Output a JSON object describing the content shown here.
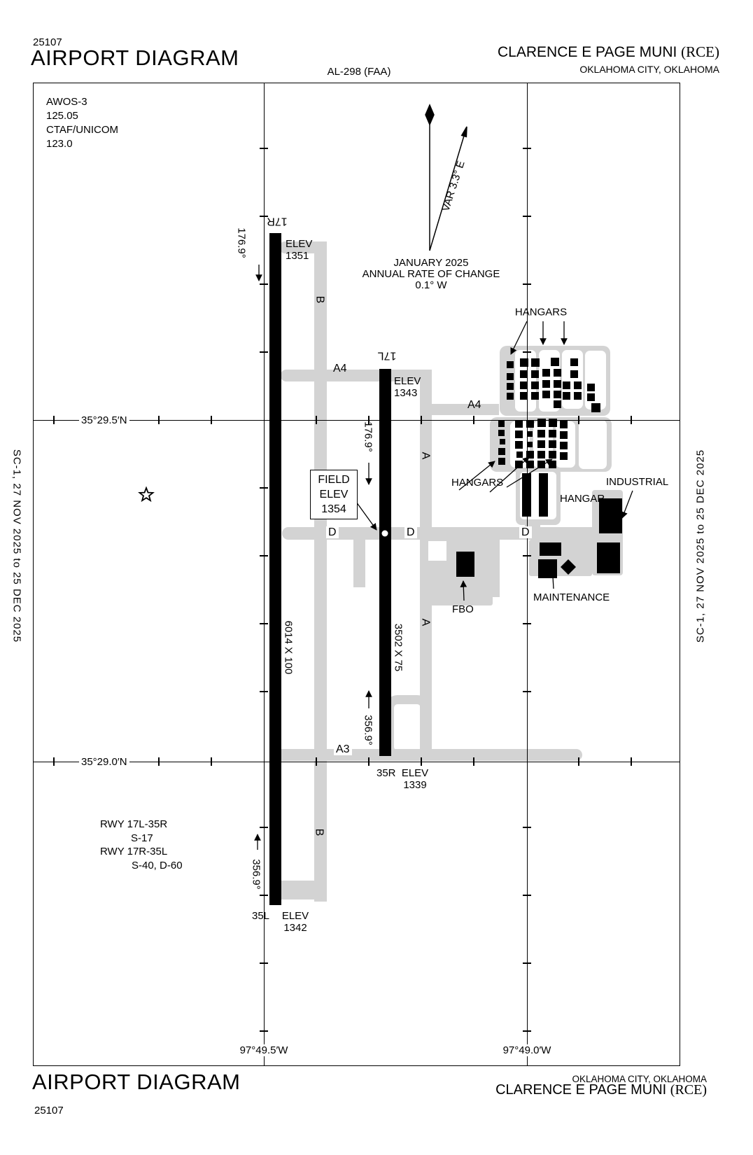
{
  "header": {
    "chart_number": "25107",
    "title": "AIRPORT DIAGRAM",
    "al_number": "AL-298 (FAA)",
    "airport_name": "CLARENCE E PAGE MUNI",
    "airport_code": "(RCE)",
    "city_state": "OKLAHOMA CITY, OKLAHOMA"
  },
  "footer": {
    "title": "AIRPORT DIAGRAM",
    "chart_number": "25107",
    "city_state": "OKLAHOMA CITY, OKLAHOMA",
    "airport_name": "CLARENCE E PAGE MUNI",
    "airport_code": "(RCE)"
  },
  "margins": {
    "left_text": "SC-1,  27 NOV 2025  to  25 DEC 2025",
    "right_text": "SC-1,  27 NOV 2025  to  25 DEC 2025"
  },
  "communications": {
    "text": "AWOS-3\n125.05\nCTAF/UNICOM\n123.0"
  },
  "magnetic_variation": {
    "var_label": "VAR 3.3° E",
    "note": "JANUARY 2025\nANNUAL RATE OF CHANGE\n0.1° W"
  },
  "field_elevation": {
    "text": "FIELD\nELEV\n1354"
  },
  "runways": [
    {
      "id": "17R-35L",
      "dimensions": "6014 X 100",
      "end1": {
        "id": "17R",
        "elev": "ELEV\n1351",
        "heading": "176.9°"
      },
      "end2": {
        "id": "35L",
        "elev": "ELEV\n1342",
        "heading": "356.9°"
      }
    },
    {
      "id": "17L-35R",
      "dimensions": "3502 X 75",
      "end1": {
        "id": "17L",
        "elev": "ELEV\n1343",
        "heading": "176.9°"
      },
      "end2": {
        "id": "35R",
        "elev": "ELEV\n1339",
        "heading": "356.9°"
      }
    }
  ],
  "taxiways": {
    "a": "A",
    "b": "B",
    "d": "D",
    "a3": "A3",
    "a4": "A4"
  },
  "facilities": {
    "hangars": "HANGARS",
    "hangar": "HANGAR",
    "industrial": "INDUSTRIAL",
    "fbo": "FBO",
    "maintenance": "MAINTENANCE"
  },
  "runway_data": {
    "line1": "RWY 17L-35R",
    "line2": "S-17",
    "line3": "RWY 17R-35L",
    "line4": "S-40, D-60"
  },
  "graticule": {
    "lat1": "35°29.5′N",
    "lat2": "35°29.0′N",
    "lon1": "97°49.5′W",
    "lon2": "97°49.0′W"
  },
  "map": {
    "taxiway_color": "#d3d3d3",
    "buildings": [
      [
        724,
        516,
        10,
        10
      ],
      [
        724,
        533,
        10,
        10
      ],
      [
        724,
        547,
        10,
        10
      ],
      [
        724,
        561,
        10,
        10
      ],
      [
        743,
        512,
        12,
        12
      ],
      [
        759,
        512,
        12,
        12
      ],
      [
        743,
        529,
        11,
        11
      ],
      [
        759,
        529,
        11,
        11
      ],
      [
        743,
        545,
        11,
        11
      ],
      [
        759,
        545,
        11,
        11
      ],
      [
        743,
        560,
        11,
        11
      ],
      [
        759,
        560,
        11,
        11
      ],
      [
        787,
        511,
        12,
        12
      ],
      [
        775,
        527,
        11,
        11
      ],
      [
        791,
        527,
        11,
        11
      ],
      [
        775,
        543,
        11,
        11
      ],
      [
        791,
        543,
        11,
        11
      ],
      [
        775,
        558,
        11,
        11
      ],
      [
        791,
        558,
        11,
        11
      ],
      [
        791,
        572,
        11,
        11
      ],
      [
        815,
        512,
        11,
        11
      ],
      [
        815,
        529,
        11,
        11
      ],
      [
        804,
        545,
        11,
        11
      ],
      [
        820,
        545,
        11,
        11
      ],
      [
        804,
        560,
        11,
        11
      ],
      [
        820,
        560,
        11,
        11
      ],
      [
        839,
        548,
        11,
        11
      ],
      [
        839,
        562,
        11,
        11
      ],
      [
        845,
        576,
        13,
        13
      ],
      [
        712,
        601,
        9,
        9
      ],
      [
        712,
        614,
        9,
        9
      ],
      [
        714,
        627,
        8,
        8
      ],
      [
        712,
        640,
        10,
        10
      ],
      [
        712,
        654,
        10,
        10
      ],
      [
        736,
        600,
        11,
        11
      ],
      [
        752,
        600,
        11,
        11
      ],
      [
        736,
        615,
        11,
        11
      ],
      [
        753,
        616,
        8,
        8
      ],
      [
        736,
        630,
        11,
        11
      ],
      [
        753,
        631,
        8,
        8
      ],
      [
        738,
        645,
        9,
        9
      ],
      [
        752,
        644,
        11,
        11
      ],
      [
        736,
        658,
        11,
        11
      ],
      [
        752,
        658,
        11,
        11
      ],
      [
        768,
        598,
        12,
        12
      ],
      [
        784,
        598,
        12,
        12
      ],
      [
        768,
        614,
        11,
        11
      ],
      [
        784,
        614,
        11,
        11
      ],
      [
        768,
        629,
        11,
        11
      ],
      [
        784,
        629,
        11,
        11
      ],
      [
        768,
        644,
        11,
        11
      ],
      [
        784,
        644,
        11,
        11
      ],
      [
        768,
        658,
        11,
        11
      ],
      [
        784,
        658,
        11,
        11
      ],
      [
        800,
        601,
        11,
        11
      ],
      [
        800,
        616,
        11,
        11
      ],
      [
        800,
        631,
        11,
        11
      ],
      [
        800,
        646,
        11,
        11
      ],
      [
        746,
        676,
        13,
        62
      ],
      [
        770,
        676,
        13,
        62
      ],
      [
        652,
        788,
        26,
        36
      ],
      [
        856,
        712,
        33,
        50
      ],
      [
        853,
        775,
        33,
        44
      ],
      [
        771,
        775,
        31,
        19
      ],
      [
        769,
        799,
        27,
        27
      ]
    ]
  }
}
